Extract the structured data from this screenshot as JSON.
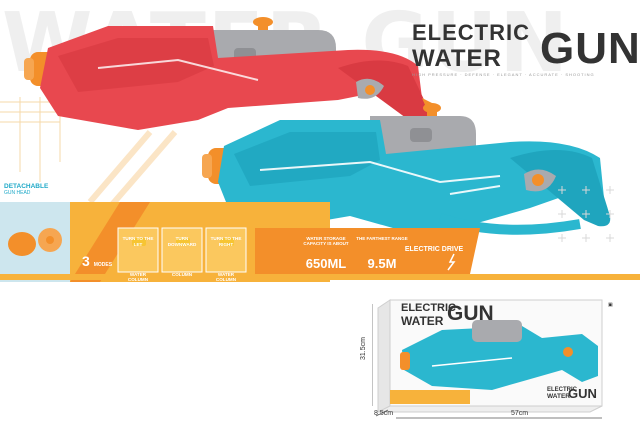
{
  "watermark": "WATER GUN",
  "title": {
    "electric": "ELECTRIC",
    "water": "WATER",
    "gun": "GUN",
    "subtitle": "HIGH PRESSURE · DEFENSE · ELEGANT · ACCURATE · SHOOTING"
  },
  "colors": {
    "red_gun": "#e8484f",
    "blue_gun": "#2bb7cf",
    "grey_tank": "#a9aaae",
    "orange": "#f38f2a",
    "yellow": "#f7c533",
    "dark_text": "#333333"
  },
  "features": {
    "detachable_title": "DETACHABLE",
    "detachable_sub": "GUN HEAD",
    "modes_number": "3",
    "modes_label": "MODES",
    "modes": [
      {
        "caption": "TURN TO THE LET",
        "column": "WATER COLUMN"
      },
      {
        "caption": "TURN DOWNWARD",
        "column": "COLUMN"
      },
      {
        "caption": "TURN TO THE RIGHT",
        "column": "WATER COLUMN"
      }
    ],
    "storage_label": "WATER STORAGE CAPACITY IS ABOUT",
    "storage_value": "650ML",
    "range_label": "THE FARTHEST RANGE",
    "range_value": "9.5M",
    "drive_label": "ELECTRIC DRIVE"
  },
  "package": {
    "electric": "ELECTRIC",
    "water": "WATER",
    "gun": "GUN",
    "height": "31.5cm",
    "depth": "8.5cm",
    "width": "57cm"
  }
}
